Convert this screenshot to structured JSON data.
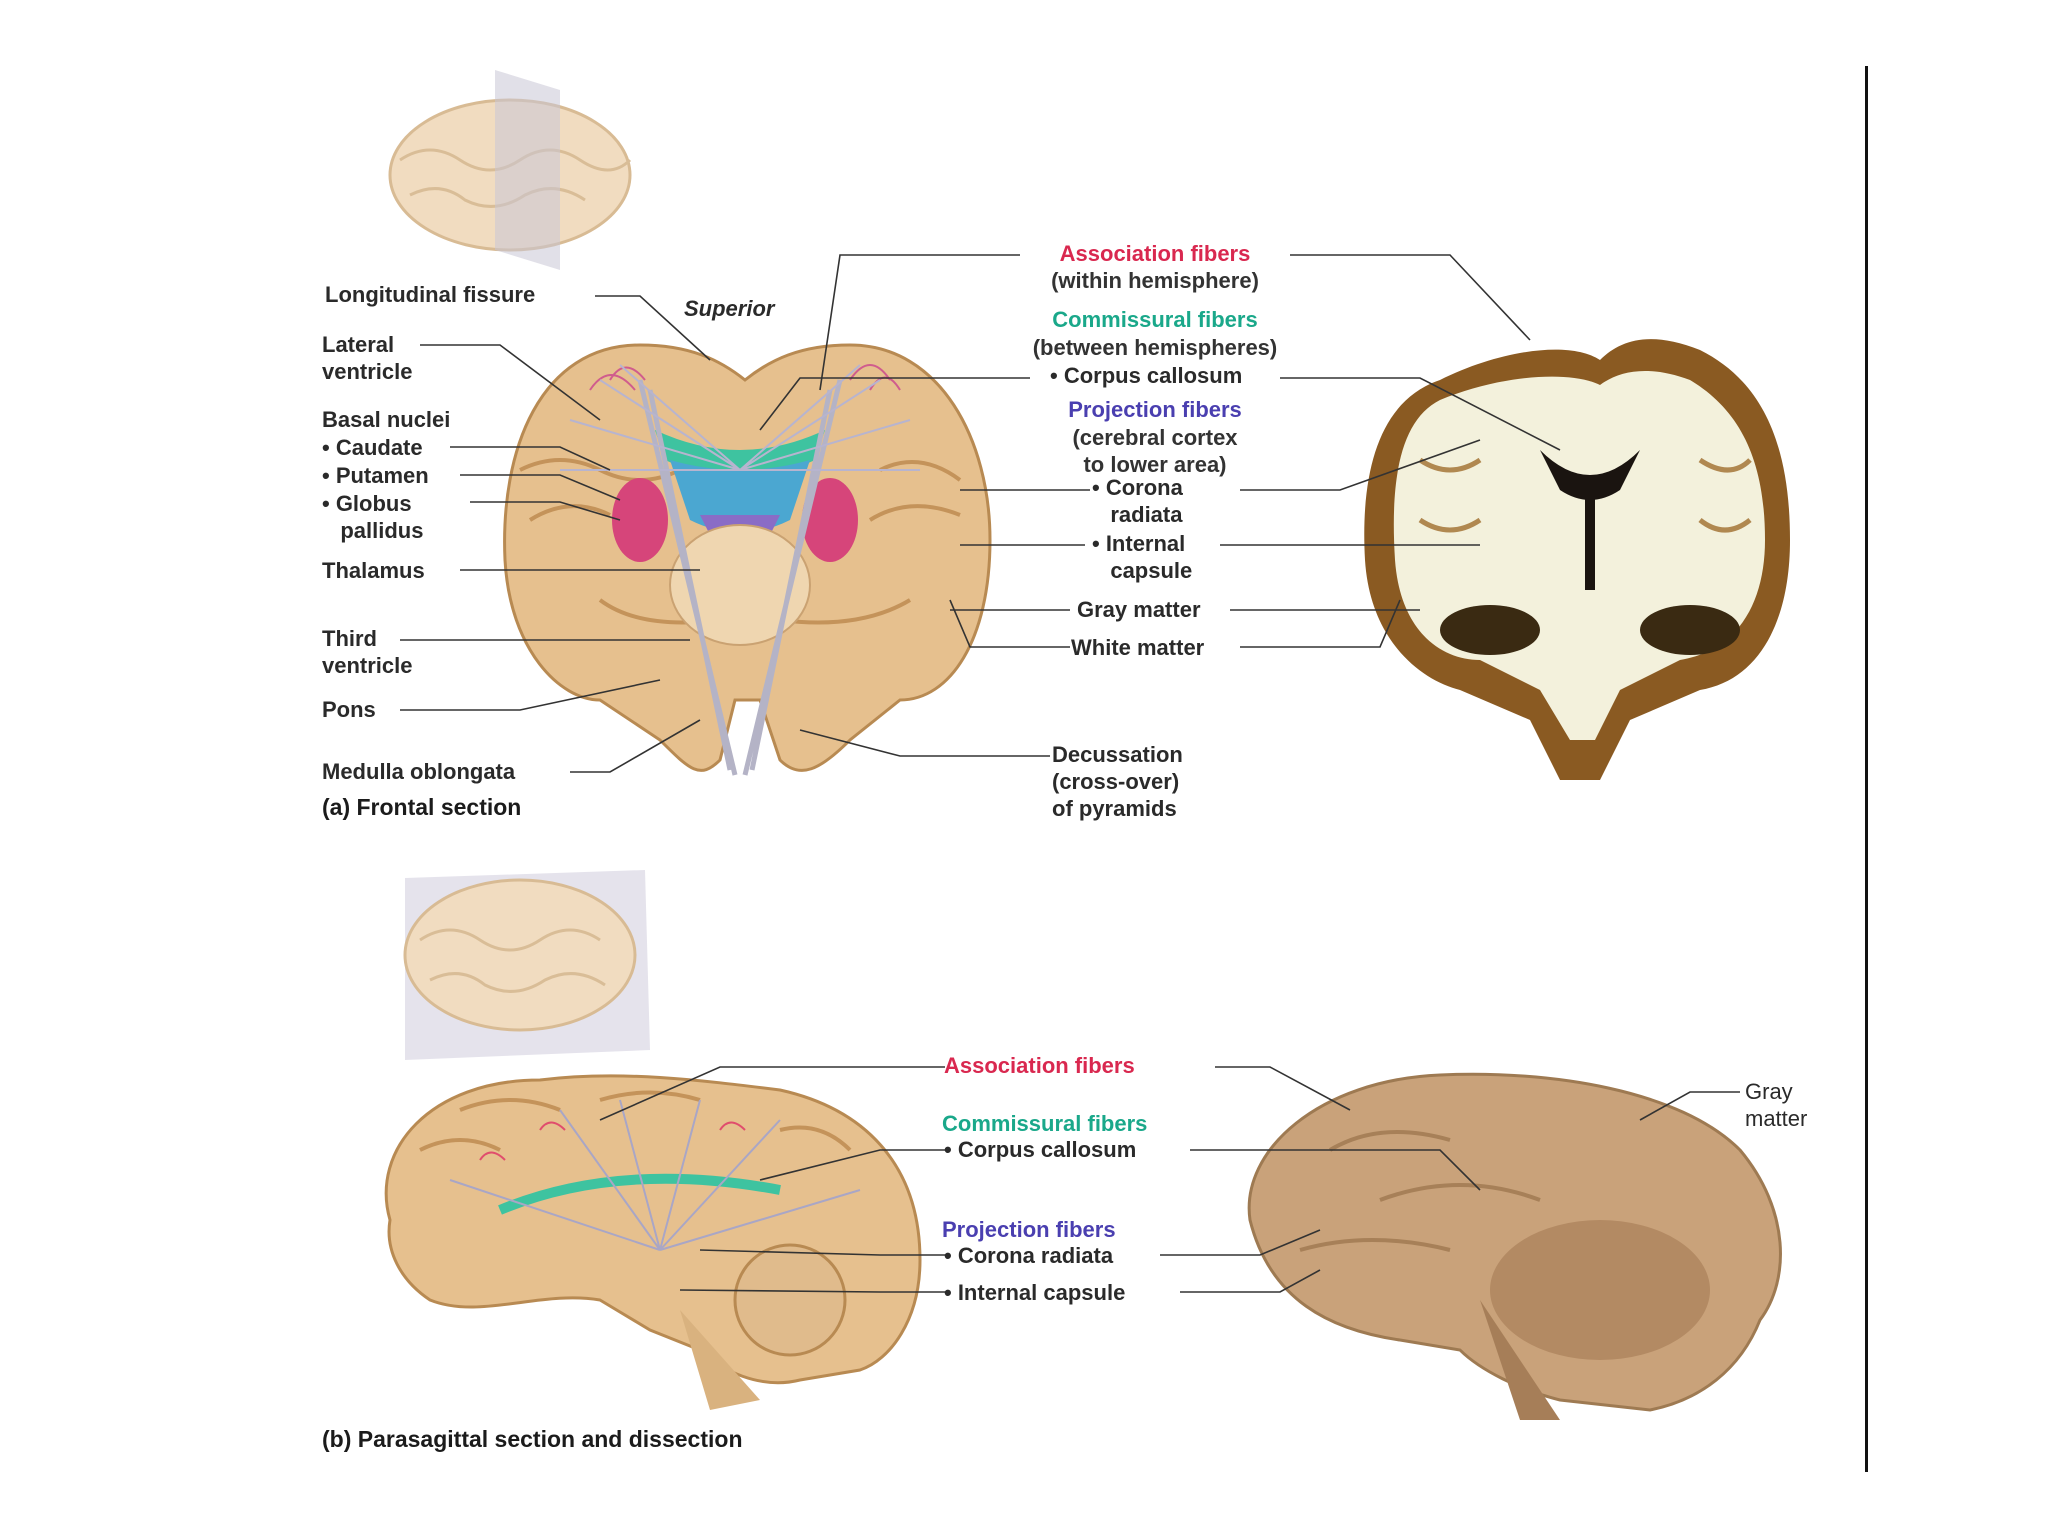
{
  "frontal": {
    "superior": "Superior",
    "longitudinal_fissure": "Longitudinal fissure",
    "lateral_ventricle": "Lateral\nventricle",
    "basal_nuclei": "Basal nuclei",
    "caudate": "• Caudate",
    "putamen": "• Putamen",
    "globus_pallidus": "• Globus\n   pallidus",
    "thalamus": "Thalamus",
    "third_ventricle": "Third\nventricle",
    "pons": "Pons",
    "medulla": "Medulla oblongata",
    "caption": "(a) Frontal section",
    "association": "Association fibers",
    "association_sub": "(within hemisphere)",
    "commissural": "Commissural fibers",
    "commissural_sub": "(between hemispheres)",
    "corpus_callosum": "• Corpus callosum",
    "projection": "Projection fibers",
    "projection_sub": "(cerebral cortex\nto lower area)",
    "corona_radiata": "• Corona\n   radiata",
    "internal_capsule": "• Internal\n   capsule",
    "gray_matter": "Gray matter",
    "white_matter": "White matter",
    "decussation": "Decussation\n(cross-over)\nof pyramids"
  },
  "parasagittal": {
    "association": "Association fibers",
    "commissural": "Commissural fibers",
    "corpus_callosum": "• Corpus callosum",
    "projection": "Projection fibers",
    "corona_radiata": "• Corona radiata",
    "internal_capsule": "• Internal capsule",
    "gray_matter": "Gray\nmatter",
    "caption": "(b) Parasagittal section and dissection"
  },
  "colors": {
    "association": "#d9284f",
    "commissural": "#1aa88a",
    "projection": "#4a3fb0",
    "brain_tan": "#e8c79a",
    "brain_dark": "#c99a63",
    "photo_white": "#f3f1dc",
    "photo_brown": "#8a5a22"
  }
}
